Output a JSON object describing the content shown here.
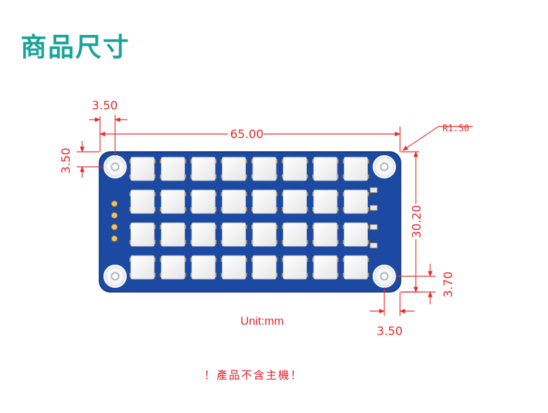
{
  "title": "商品尺寸",
  "note": "！產品不含主機！",
  "unit_label": "Unit:mm",
  "dimensions": {
    "width": "65.00",
    "height": "30.20",
    "radius": "R1.50",
    "hole_offset_left_x": "3.50",
    "hole_offset_top_y": "3.50",
    "hole_offset_bottom_y": "3.70",
    "hole_offset_right_x": "3.50"
  },
  "colors": {
    "title": "#1aa39a",
    "dimension": "#e62a2a",
    "board": "#1c4aa3",
    "led_pad": "#c8a24a"
  },
  "board": {
    "led_rows": 4,
    "led_cols": 8,
    "header_pins": 4
  }
}
